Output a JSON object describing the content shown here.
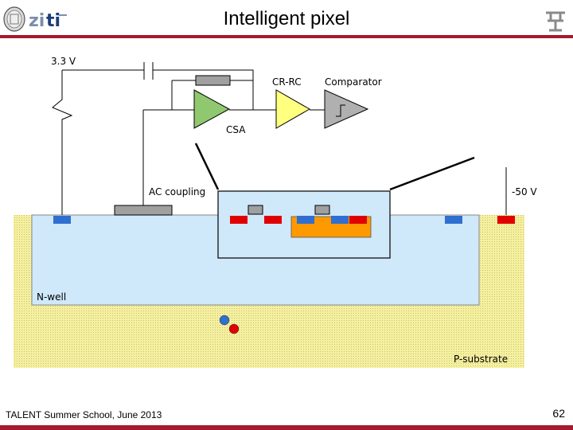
{
  "slide": {
    "title": "Intelligent pixel",
    "footer": "TALENT Summer School, June 2013",
    "page_number": "62"
  },
  "logos": {
    "left": "university-seal-and-ziti-logo",
    "right": "institute-logo"
  },
  "diagram": {
    "labels": {
      "supply": "3.3 V",
      "crrc": "CR-RC",
      "comparator": "Comparator",
      "csa": "CSA",
      "ac_coupling": "AC coupling",
      "hv": "-50 V",
      "nwell": "N-well",
      "psub": "P-substrate"
    },
    "colors": {
      "psub": "#f5f0a0",
      "nwell": "#cfe8fa",
      "pplus": "#e00000",
      "nplus": "#2f6fd0",
      "gate": "#a0a0a0",
      "pwell": "#ff9900",
      "opamp": "#90c870",
      "crrc": "#ffff80",
      "comparator": "#b0b0b0"
    }
  }
}
